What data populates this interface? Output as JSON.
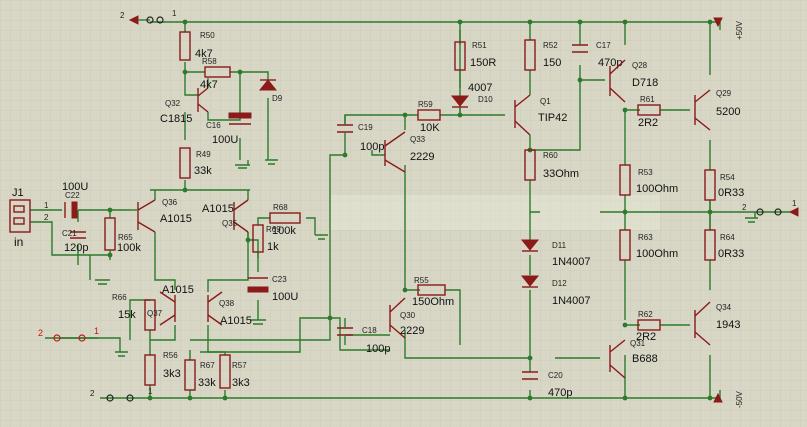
{
  "input": {
    "ref": "J1",
    "label": "in",
    "pins": [
      "1",
      "2"
    ]
  },
  "rails": {
    "pos": "+50V",
    "neg": "-50V",
    "gnd_pin": "1",
    "out_pin": "2"
  },
  "terminals": {
    "t1": "2",
    "t2": "1"
  },
  "resistors": {
    "R50": {
      "ref": "R50",
      "val": "4k7"
    },
    "R58": {
      "ref": "R58",
      "val": "4k7"
    },
    "R49": {
      "ref": "R49",
      "val": "33k"
    },
    "R51": {
      "ref": "R51",
      "val": "150R"
    },
    "R52": {
      "ref": "R52",
      "val": "150"
    },
    "R59": {
      "ref": "R59",
      "val": "10K"
    },
    "R60": {
      "ref": "R60",
      "val": "33Ohm"
    },
    "R65": {
      "ref": "R65",
      "val": "100k"
    },
    "R68": {
      "ref": "R68",
      "val": "100k"
    },
    "R69": {
      "ref": "R69",
      "val": "1k"
    },
    "R66": {
      "ref": "R66",
      "val": "15k"
    },
    "R56": {
      "ref": "R56",
      "val": "3k3"
    },
    "R67": {
      "ref": "R67",
      "val": "33k"
    },
    "R57": {
      "ref": "R57",
      "val": "3k3"
    },
    "R55": {
      "ref": "R55",
      "val": "150Ohm"
    },
    "R61": {
      "ref": "R61",
      "val": "2R2"
    },
    "R62": {
      "ref": "R62",
      "val": "2R2"
    },
    "R53": {
      "ref": "R53",
      "val": "100Ohm"
    },
    "R63": {
      "ref": "R63",
      "val": "100Ohm"
    },
    "R54": {
      "ref": "R54",
      "val": "0R33"
    },
    "R64": {
      "ref": "R64",
      "val": "0R33"
    }
  },
  "capacitors": {
    "C16": {
      "ref": "C16",
      "val": "100U"
    },
    "C22": {
      "ref": "C22",
      "val": "100U"
    },
    "C21": {
      "ref": "C21",
      "val": "120p"
    },
    "C23": {
      "ref": "C23",
      "val": "100U"
    },
    "C19": {
      "ref": "C19",
      "val": "100p"
    },
    "C18": {
      "ref": "C18",
      "val": "100p"
    },
    "C17": {
      "ref": "C17",
      "val": "470p"
    },
    "C20": {
      "ref": "C20",
      "val": "470p"
    }
  },
  "diodes": {
    "D9": {
      "ref": "D9",
      "val": ""
    },
    "D10": {
      "ref": "D10",
      "val": "4007"
    },
    "D11": {
      "ref": "D11",
      "val": "1N4007"
    },
    "D12": {
      "ref": "D12",
      "val": "1N4007"
    }
  },
  "transistors": {
    "Q32": {
      "ref": "Q32",
      "val": "C1815"
    },
    "Q36": {
      "ref": "Q36",
      "val": "A1015"
    },
    "Q35": {
      "ref": "Q35",
      "val": "A1015"
    },
    "Q37": {
      "ref": "Q37",
      "val": "A1015"
    },
    "Q38": {
      "ref": "Q38",
      "val": "A1015"
    },
    "Q33": {
      "ref": "Q33",
      "val": "2229"
    },
    "Q30": {
      "ref": "Q30",
      "val": "2229"
    },
    "Q1": {
      "ref": "Q1",
      "val": "TIP42"
    },
    "Q28": {
      "ref": "Q28",
      "val": "D718"
    },
    "Q31": {
      "ref": "Q31",
      "val": "B688"
    },
    "Q29": {
      "ref": "Q29",
      "val": "5200"
    },
    "Q34": {
      "ref": "Q34",
      "val": "1943"
    }
  }
}
